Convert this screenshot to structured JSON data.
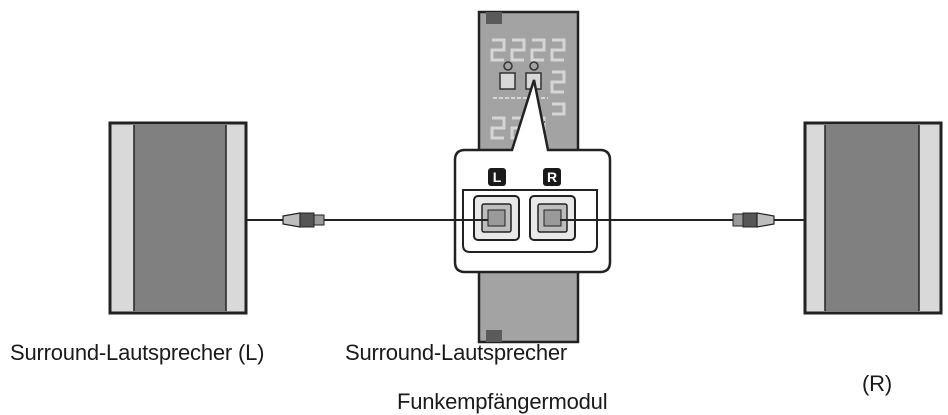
{
  "labels": {
    "left_speaker": "Surround-Lautsprecher (L)",
    "right_speaker_line1": "Surround-Lautsprecher",
    "right_speaker_line2": "(R)",
    "module": "Funkempfängermodul"
  },
  "connectors": {
    "left": "L",
    "right": "R"
  },
  "colors": {
    "speaker_outer": "#d9d9d9",
    "speaker_inner": "#808080",
    "module_body": "#a3a3a3",
    "outline": "#222222",
    "callout_fill": "#ffffff",
    "badge_fill": "#1a1a1a",
    "badge_text": "#ffffff"
  }
}
